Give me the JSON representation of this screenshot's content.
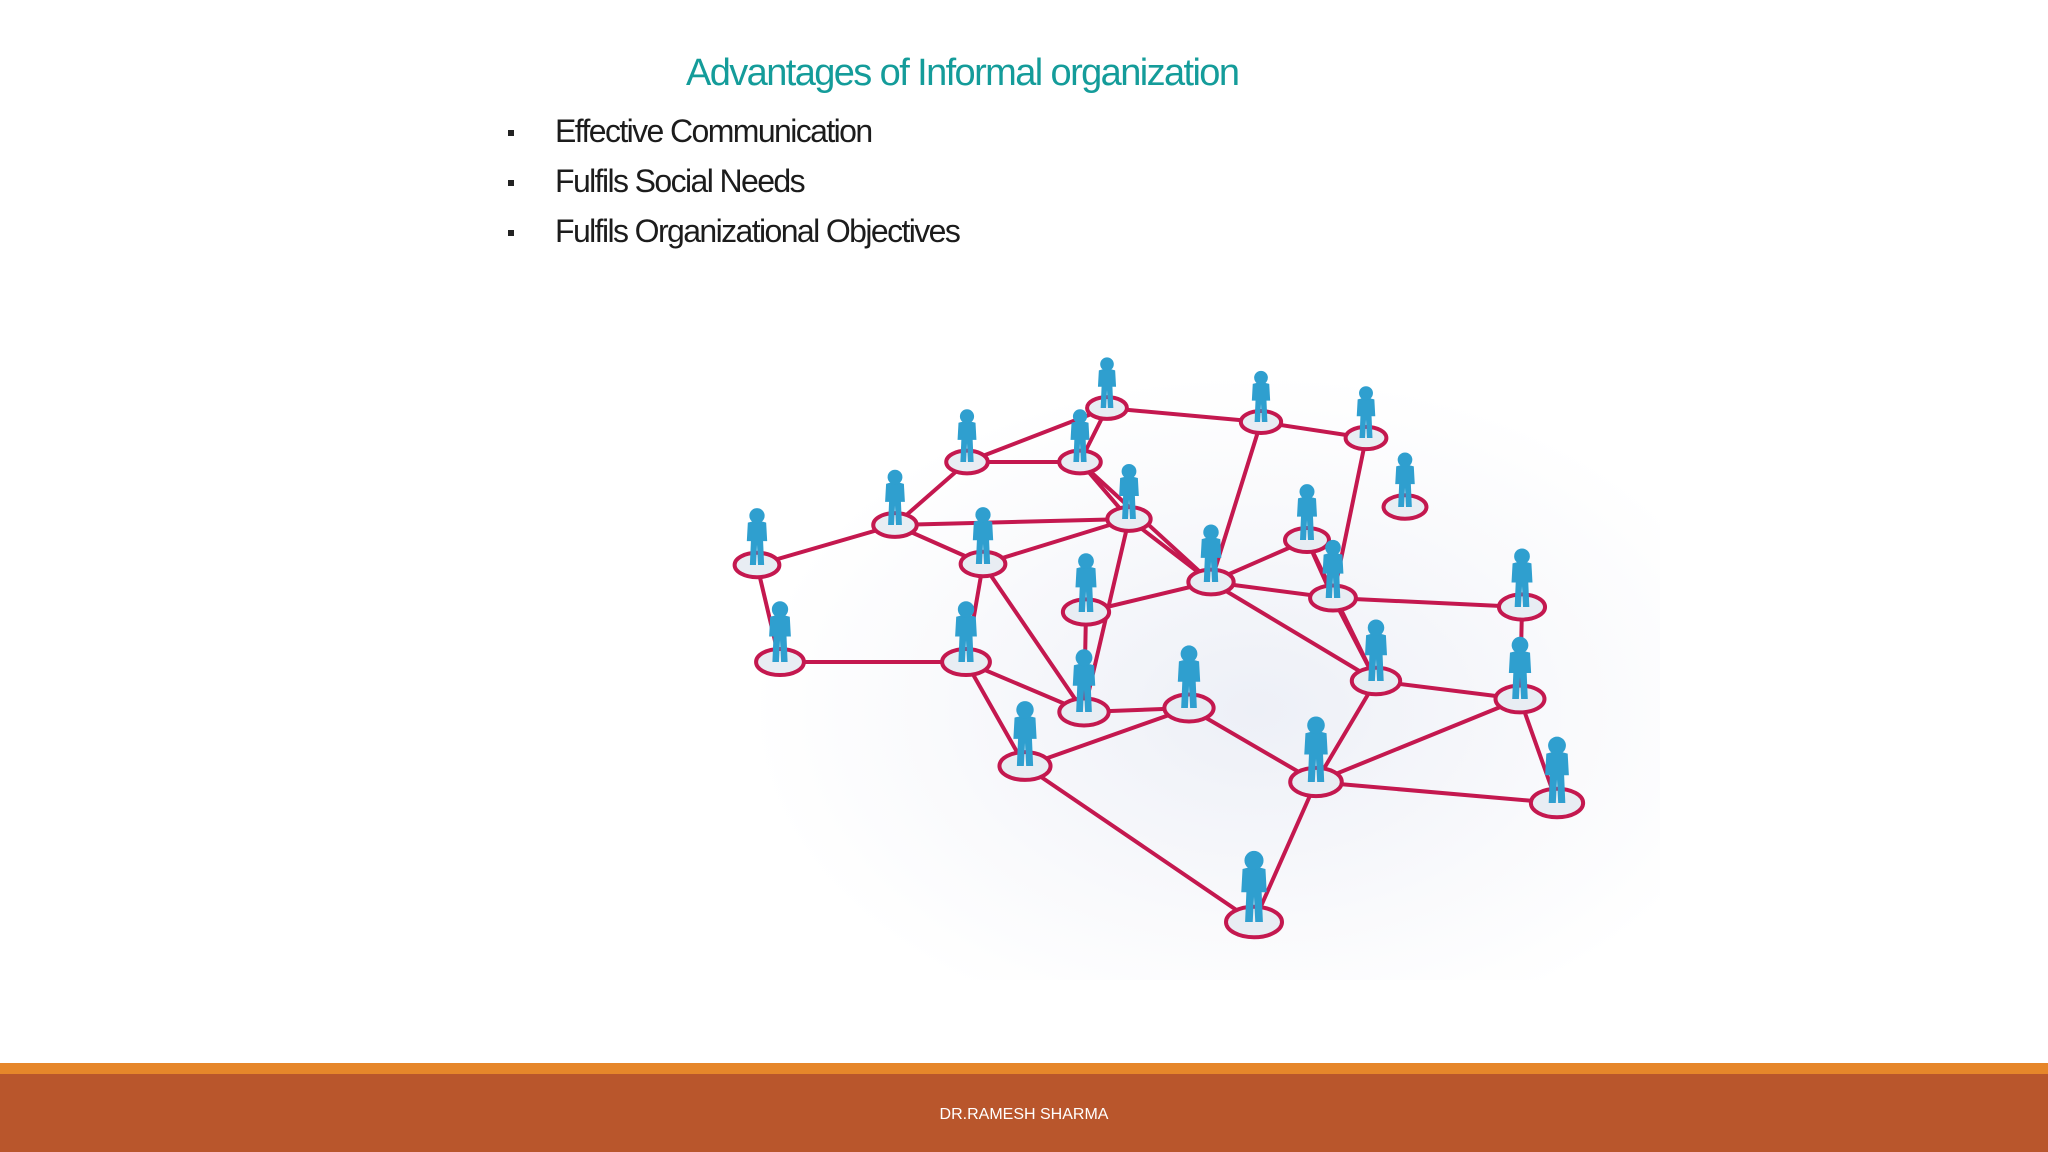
{
  "slide": {
    "title": "Advantages of Informal organization",
    "bullets": [
      "Effective Communication",
      "Fulfils Social Needs",
      "Fulfils Organizational Objectives"
    ],
    "footer": "DR.RAMESH SHARMA"
  },
  "image": {
    "icon": "people-network-illustration",
    "person_color": "#2f9fcf",
    "link_color": "#c4184f"
  },
  "colors": {
    "title": "#149c9a",
    "footer_stripe": "#e6862a",
    "footer_bar": "#b9562c"
  }
}
